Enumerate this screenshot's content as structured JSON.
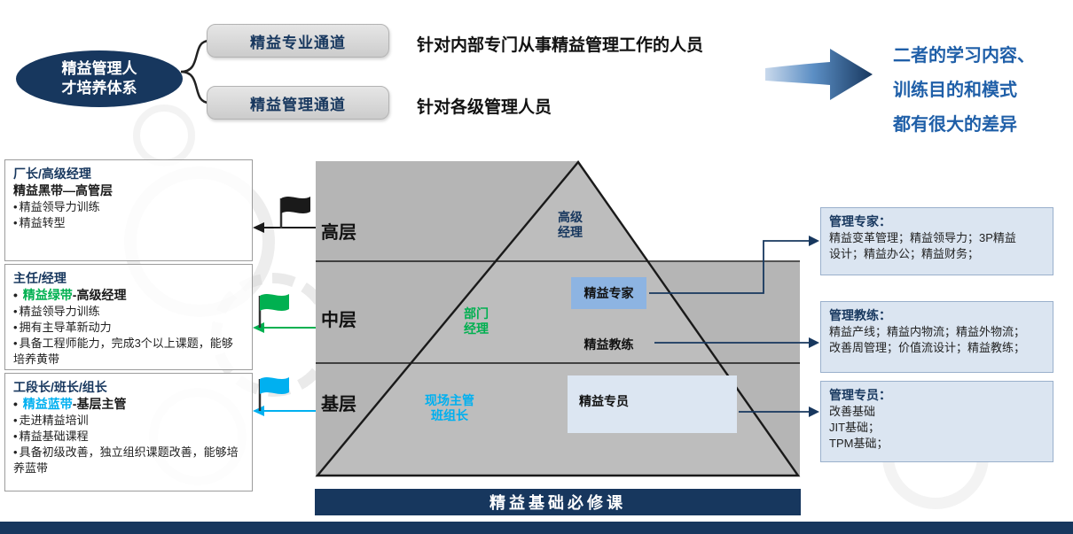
{
  "title": {
    "root_label": "精益管理人\n才培养体系"
  },
  "header": {
    "channels": [
      {
        "label": "精益专业通道",
        "desc": "针对内部专门从事精益管理工作的人员"
      },
      {
        "label": "精益管理通道",
        "desc": "针对各级管理人员"
      }
    ],
    "note": "二者的学习内容、\n训练目的和模式\n都有很大的差异"
  },
  "left_panels": [
    {
      "title": "厂长/高级经理",
      "belt": "精益黑带",
      "belt_suffix": "—高管层",
      "belt_color": "#1a1a1a",
      "flag_color": "#1a1a1a",
      "arrow_color": "#1a1a1a",
      "bullets": [
        "精益领导力训练",
        "精益转型"
      ]
    },
    {
      "title": "主任/经理",
      "belt": "精益绿带",
      "belt_suffix": "-高级经理",
      "belt_color": "#00b050",
      "flag_color": "#00b050",
      "arrow_color": "#00b050",
      "bullets": [
        "精益领导力训练",
        "拥有主导革新动力",
        "具备工程师能力，完成3个以上课题，能够培养黄带"
      ]
    },
    {
      "title": "工段长/班长/组长",
      "belt": "精益蓝带",
      "belt_suffix": "-基层主管",
      "belt_color": "#00b0f0",
      "flag_color": "#00b0f0",
      "arrow_color": "#00b0f0",
      "bullets": [
        "走进精益培训",
        "精益基础课程",
        "具备初级改善，独立组织课题改善，能够培养蓝带"
      ]
    }
  ],
  "pyramid": {
    "level_names": [
      "高层",
      "中层",
      "基层"
    ],
    "top_role": "高级\n经理",
    "middle_role": "部门\n经理",
    "middle_role_color": "#00b050",
    "base_role": "现场主管\n班组长",
    "base_role_color": "#00b0f0",
    "expert_tag": "精益专家",
    "coach_tag": "精益教练",
    "specialist_tag": "精益专员",
    "footer": "精益基础必修课"
  },
  "right_panels": [
    {
      "title": "管理专家：",
      "body": "精益变革管理；精益领导力；3P精益\n设计；精益办公；精益财务；"
    },
    {
      "title": "管理教练：",
      "body": "精益产线；精益内物流；精益外物流；\n改善周管理；价值流设计；精益教练；"
    },
    {
      "title": "管理专员：",
      "body": "改善基础\nJIT基础；\nTPM基础；"
    }
  ],
  "colors": {
    "navy": "#17375e",
    "connector": "#17375e",
    "note_blue": "#1f5fa8",
    "pyramid_gray": "#b5b5b5",
    "triangle_gray": "#bdbdbd",
    "expert_box_blue": "#8db4e2",
    "specialist_box_blue": "#dce6f2",
    "panel_blue": "#dbe5f1",
    "green": "#00b050",
    "cyan": "#00b0f0"
  }
}
